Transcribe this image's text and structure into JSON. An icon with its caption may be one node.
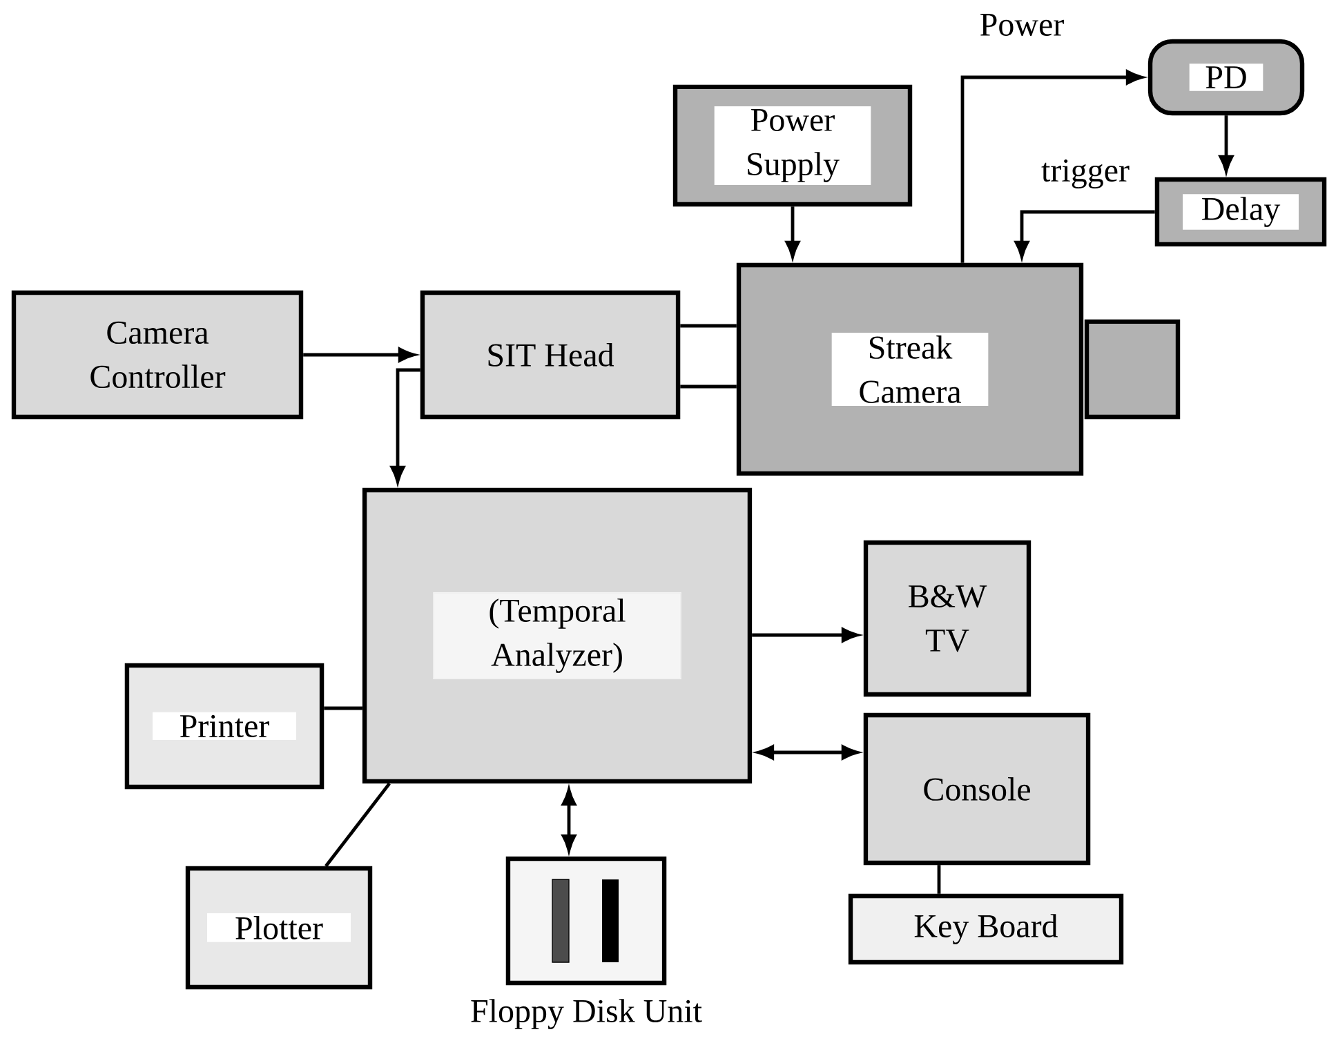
{
  "diagram": {
    "nodes": [
      {
        "text": [
          "Camera Controller"
        ]
      },
      {
        "text": [
          "SIT Head"
        ]
      },
      {
        "text": [
          "Power Supply"
        ]
      },
      {
        "text": [
          "PD"
        ]
      },
      {
        "text": [
          "Delay"
        ]
      },
      {
        "text": [
          "Streak Camera"
        ]
      },
      {
        "text": [],
        "shape": "box"
      },
      {
        "text": [
          "(Temporal Analyzer)"
        ]
      },
      {
        "text": [
          "B&W TV"
        ]
      },
      {
        "text": [
          "Printer"
        ]
      },
      {
        "text": [
          "Console"
        ]
      },
      {
        "text": [
          "Plotter"
        ]
      },
      {
        "text": [
          "Floppy Disk Unit"
        ]
      },
      {
        "text": [
          "Key Board"
        ]
      }
    ],
    "edges": [
      {
        "from": 0,
        "to": 1,
        "arrow": "to"
      },
      {
        "from": 1,
        "to": 5,
        "arrow": "none"
      },
      {
        "from": 1,
        "to": 5,
        "arrow": "none"
      },
      {
        "from": 2,
        "to": 5,
        "arrow": "to"
      },
      {
        "from": 5,
        "to": 3,
        "arrow": "to",
        "label": "Power"
      },
      {
        "from": 3,
        "to": 4,
        "arrow": "to"
      },
      {
        "from": 4,
        "to": 5,
        "arrow": "to",
        "label": "trigger"
      },
      {
        "from": 1,
        "to": 7,
        "arrow": "to"
      },
      {
        "from": 7,
        "to": 8,
        "arrow": "to"
      },
      {
        "from": 7,
        "to": 10,
        "arrow": "both"
      },
      {
        "from": 7,
        "to": 9,
        "arrow": "none"
      },
      {
        "from": 7,
        "to": 11,
        "arrow": "none"
      },
      {
        "from": 7,
        "to": 12,
        "arrow": "both"
      },
      {
        "from": 10,
        "to": 13,
        "arrow": "none"
      }
    ]
  }
}
